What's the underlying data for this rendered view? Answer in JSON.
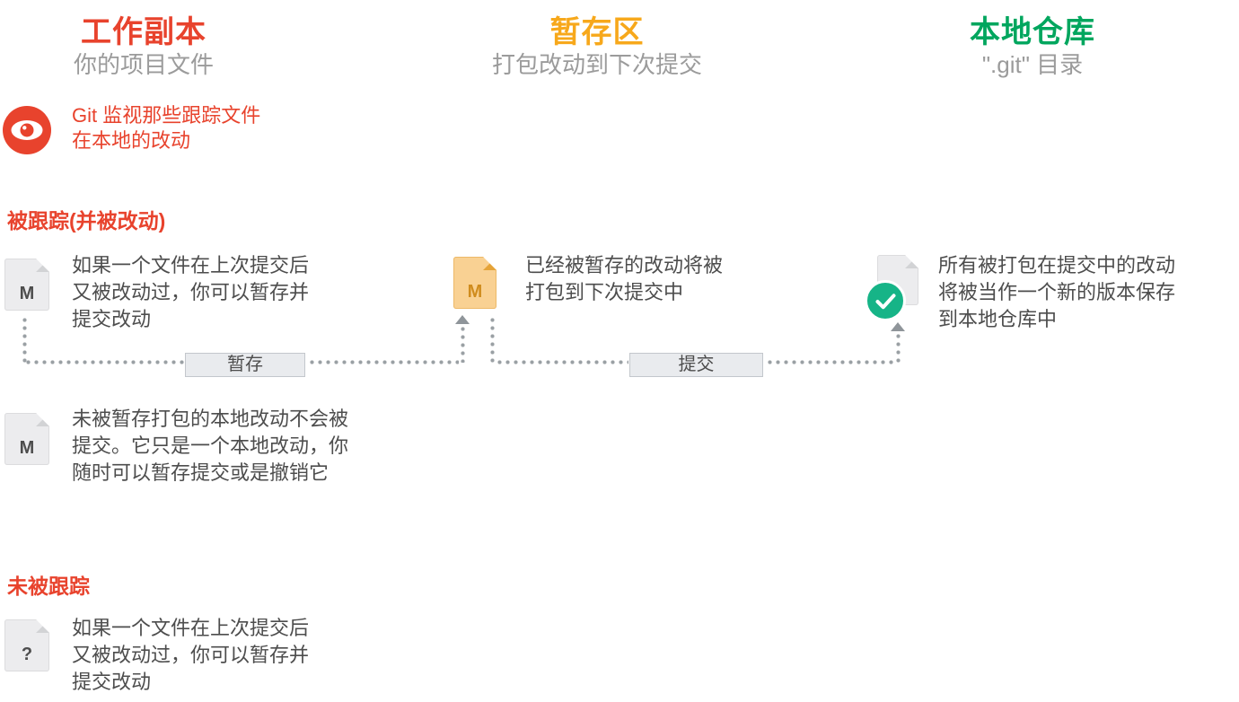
{
  "diagram": {
    "columns": [
      {
        "title": "工作副本",
        "subtitle": "你的项目文件",
        "accent": "#e8432d"
      },
      {
        "title": "暂存区",
        "subtitle": "打包改动到下次提交",
        "accent": "#f7a81b"
      },
      {
        "title": "本地仓库",
        "subtitle": "\".git\" 目录",
        "accent": "#00a65e"
      }
    ],
    "watch_note": {
      "line1": "Git 监视那些跟踪文件",
      "line2": "在本地的改动",
      "color": "#e8432d"
    },
    "tracked_section": {
      "heading": "被跟踪(并被改动)",
      "modified_file": {
        "badge": "M",
        "line1": "如果一个文件在上次提交后",
        "line2": "又被改动过，你可以暂存并",
        "line3": "提交改动"
      },
      "staged_file": {
        "badge": "M",
        "line1": "已经被暂存的改动将被",
        "line2": "打包到下次提交中"
      },
      "committed_file": {
        "line1": "所有被打包在提交中的改动",
        "line2": "将被当作一个新的版本保存",
        "line3": "到本地仓库中"
      },
      "unstaged_file": {
        "badge": "M",
        "line1": "未被暂存打包的本地改动不会被",
        "line2": "提交。它只是一个本地改动，你",
        "line3": "随时可以暂存提交或是撤销它"
      },
      "stage_label": "暂存",
      "commit_label": "提交"
    },
    "untracked_section": {
      "heading": "未被跟踪",
      "untracked_file": {
        "badge": "?",
        "line1": "如果一个文件在上次提交后",
        "line2": "又被改动过，你可以暂存并",
        "line3": "提交改动"
      }
    },
    "icon_colors": {
      "eye_red": "#e8432d",
      "file_gray": "#ececee",
      "file_orange": "#f9d193",
      "check_green": "#16b487"
    }
  }
}
